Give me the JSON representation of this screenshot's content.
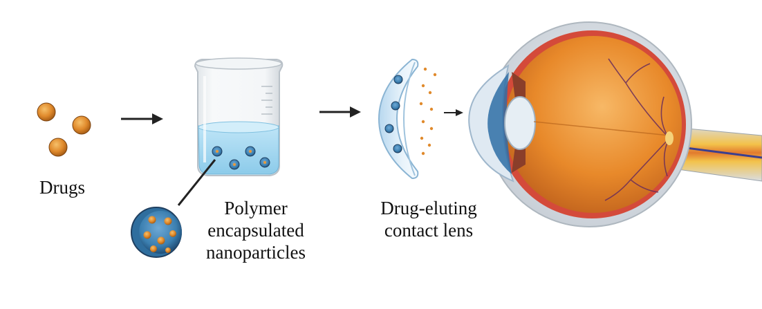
{
  "labels": {
    "drugs": "Drugs",
    "polymer_line1": "Polymer",
    "polymer_line2": "encapsulated",
    "polymer_line3": "nanoparticles",
    "lens_line1": "Drug-eluting",
    "lens_line2": "contact lens"
  },
  "colors": {
    "drug_orange": "#e89a3a",
    "drug_dark": "#b96a1a",
    "water_blue": "#a9daf2",
    "nanoparticle_blue": "#3b7fb0",
    "lens_blue": "#cfe6f6",
    "eye_orange": "#e8892a",
    "sclera_grey": "#d9dde2",
    "arrow": "#222222"
  },
  "icons": [
    "drug-pill-icon",
    "beaker-icon",
    "nanoparticle-icon",
    "contact-lens-icon",
    "eye-cross-section-icon",
    "arrow-right-icon"
  ]
}
